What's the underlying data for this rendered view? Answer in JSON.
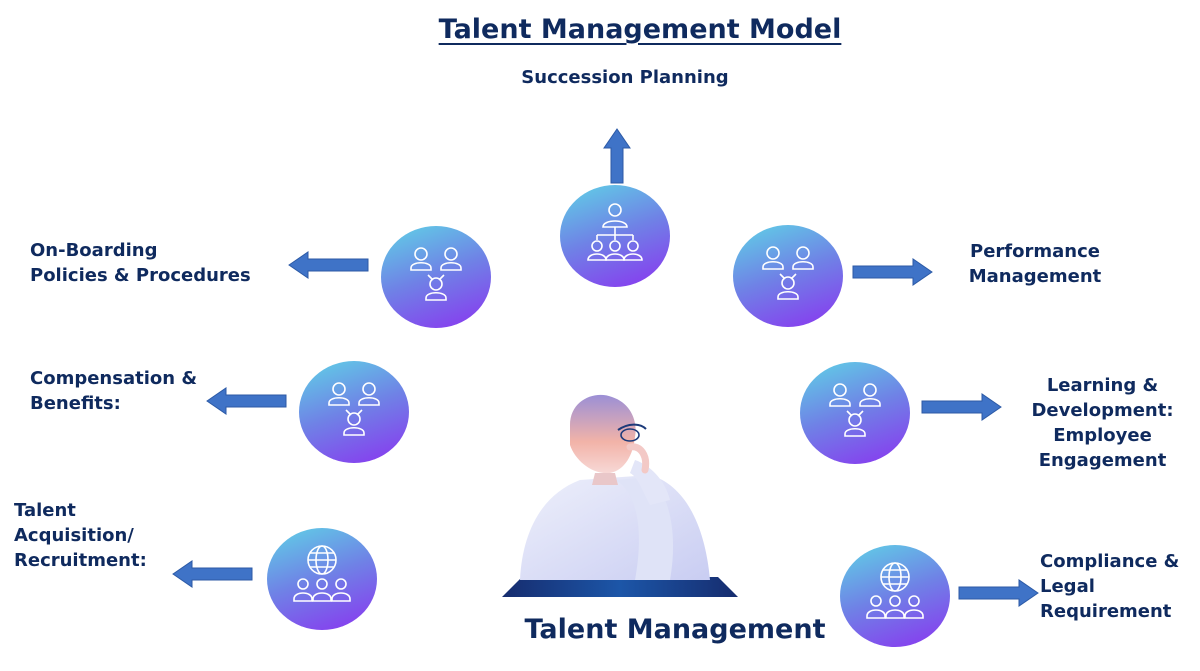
{
  "title": "Talent Management Model",
  "center_label": "Talent Management",
  "colors": {
    "text": "#0f2a5e",
    "arrow": "#3f73c7",
    "node_gradient_start": "#5fd3e6",
    "node_gradient_end": "#8a34f0"
  },
  "branches": {
    "succession": {
      "lines": [
        "Succession Planning"
      ],
      "icon": "org-chart-icon"
    },
    "onboarding": {
      "lines": [
        "On-Boarding",
        "Policies & Procedures"
      ],
      "icon": "team-icon"
    },
    "performance": {
      "lines": [
        "Performance",
        "Management"
      ],
      "icon": "team-icon"
    },
    "compensation": {
      "lines": [
        "Compensation &",
        "Benefits:"
      ],
      "icon": "team-icon"
    },
    "learning": {
      "lines": [
        "Learning &",
        "Development:",
        "Employee",
        "Engagement"
      ],
      "icon": "team-icon"
    },
    "acquisition": {
      "lines": [
        "Talent",
        "Acquisition/",
        "Recruitment:"
      ],
      "icon": "globe-team-icon"
    },
    "compliance": {
      "lines": [
        "Compliance &",
        "Legal",
        "Requirement"
      ],
      "icon": "globe-team-icon"
    }
  }
}
